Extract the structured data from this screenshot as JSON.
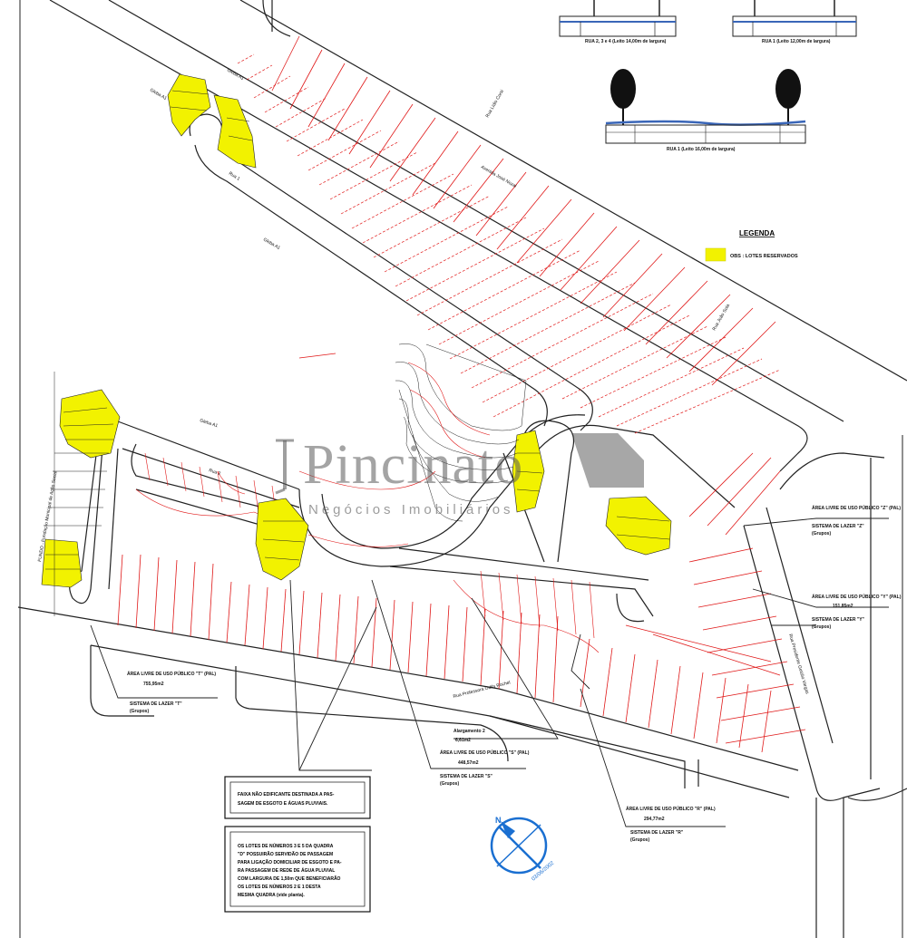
{
  "legend": {
    "title": "LEGENDA",
    "item_label": "OBS : LOTES RESERVADOS",
    "color_reserved": "#f2f200"
  },
  "colors": {
    "lot_lines": "#e01818",
    "street_lines": "#222222",
    "sidewalk_blue": "#3a66b8",
    "north_arrow": "#1a6fd1"
  },
  "watermark": {
    "name": "Pincinato",
    "initial": "J",
    "subtitle": "Negócios Imobiliários"
  },
  "streets": {
    "av_jose": "Avenida José Nozal",
    "rua_lidio": "Rua Lídio Corsi",
    "rua_joao": "Rua João Sola",
    "rua_professora": "Rua Professora Odila Rochel",
    "rua_presidente": "Rua Presidente Getúlio Vargas",
    "fundacao": "FUNDO - Fundação Municipal de Ação Social",
    "rua_1": "Rua 1",
    "rua_2": "Rua 2"
  },
  "blocks": {
    "a1_top": "Gleba A1",
    "a1_mid": "Gleba A1",
    "a1_left": "Gleba A1",
    "a1_main": "Gleba A1"
  },
  "sections": {
    "s1": "RUA 2, 3 e 4 (Leito 14,00m de largura)",
    "s2": "RUA 1 (Leito 12,00m de largura)",
    "s3": "RUA 1 (Leito 16,00m de largura)"
  },
  "areas": {
    "area_t_title": "ÁREA LIVRE DE USO PÚBLICO \"T\" (PAL)",
    "area_t_value": "755,95m2",
    "lazer_t": "SISTEMA DE LAZER \"T\"",
    "lazer_t_sub": "(Grupos)",
    "area_s_title": "ÁREA LIVRE DE USO PÚBLICO \"S\" (PAL)",
    "area_s_value": "448,57m2",
    "lazer_s": "SISTEMA DE LAZER \"S\"",
    "lazer_s_sub": "(Grupos)",
    "area_r_title": "ÁREA LIVRE DE USO PÚBLICO \"R\" (PAL)",
    "area_r_value": "294,77m2",
    "lazer_r": "SISTEMA DE LAZER \"R\"",
    "lazer_r_sub": "(Grupos)",
    "area_z_title": "ÁREA LIVRE DE USO PÚBLICO \"Z\" (PAL)",
    "lazer_z": "SISTEMA DE LAZER \"Z\"",
    "lazer_z_sub": "(Grupos)",
    "area_y_title": "ÁREA LIVRE DE USO PÚBLICO \"Y\" (PAL)",
    "area_y_value": "151,85m2",
    "lazer_y": "SISTEMA DE LAZER \"Y\"",
    "lazer_y_sub": "(Grupos)",
    "alargamento": "Alargamento 2",
    "alargamento_value": "6,61m2"
  },
  "notes": {
    "faixa_1": "FAIXA NÃO EDIFICANTE DESTINADA A PAS-",
    "faixa_2": "SAGEM DE ESGOTO E ÁGUAS PLUVIAIS.",
    "lotes_1": "OS LOTES DE NÚMEROS 3 E 5 DA QUADRA",
    "lotes_2": "\"D\" POSSUIRÃO SERVIDÃO DE PASSAGEM",
    "lotes_3": "PARA LIGAÇÃO DOMICILIAR DE ESGOTO E PA-",
    "lotes_4": "RA PASSAGEM DE REDE DE ÁGUA PLUVIAL",
    "lotes_5": "COM LARGURA DE 1,50m QUE BENEFICIARÃO",
    "lotes_6": "OS LOTES DE NÚMEROS 2 E 1 DESTA",
    "lotes_7": "MESMA QUADRA (vide planta)."
  },
  "north": {
    "label": "N",
    "date": "03/06/2002"
  }
}
